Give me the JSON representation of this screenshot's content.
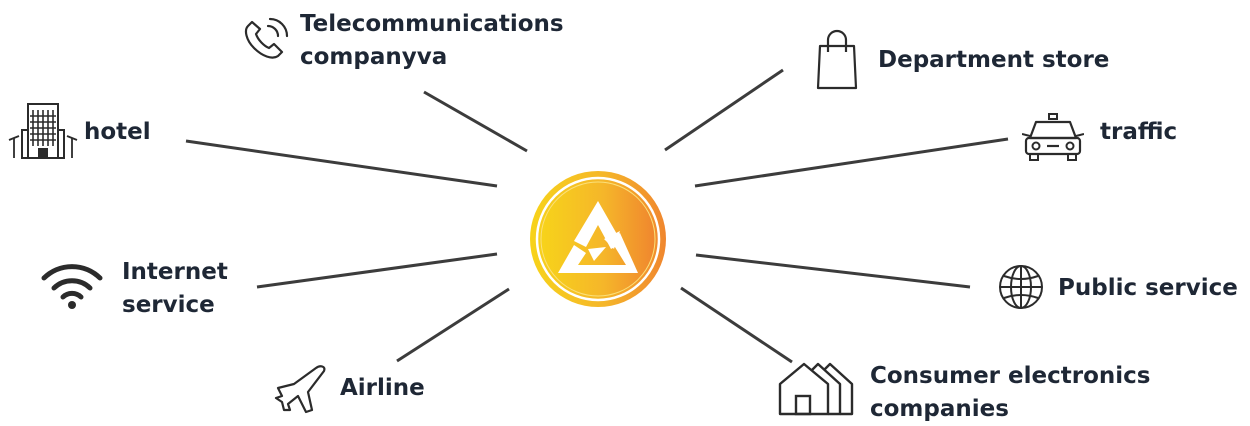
{
  "hub": {
    "icon": "recycle-triangle-logo",
    "gradient": [
      "#f7cf1d",
      "#f08a2d"
    ]
  },
  "line_color": "#3c3c3c",
  "icon_color": "#2b2b2b",
  "nodes": [
    {
      "id": "telecom",
      "icon": "phone-ringing-icon",
      "lines": [
        "Telecommunications",
        "companyva"
      ]
    },
    {
      "id": "department",
      "icon": "shopping-bag-icon",
      "lines": [
        "Department store"
      ]
    },
    {
      "id": "hotel",
      "icon": "hotel-building-icon",
      "lines": [
        "hotel"
      ]
    },
    {
      "id": "traffic",
      "icon": "car-icon",
      "lines": [
        "traffic"
      ]
    },
    {
      "id": "internet",
      "icon": "wifi-icon",
      "lines": [
        "Internet",
        "service"
      ]
    },
    {
      "id": "public",
      "icon": "globe-icon",
      "lines": [
        "Public service"
      ]
    },
    {
      "id": "airline",
      "icon": "airplane-icon",
      "lines": [
        "Airline"
      ]
    },
    {
      "id": "electronics",
      "icon": "houses-icon",
      "lines": [
        "Consumer electronics",
        "companies"
      ]
    }
  ]
}
